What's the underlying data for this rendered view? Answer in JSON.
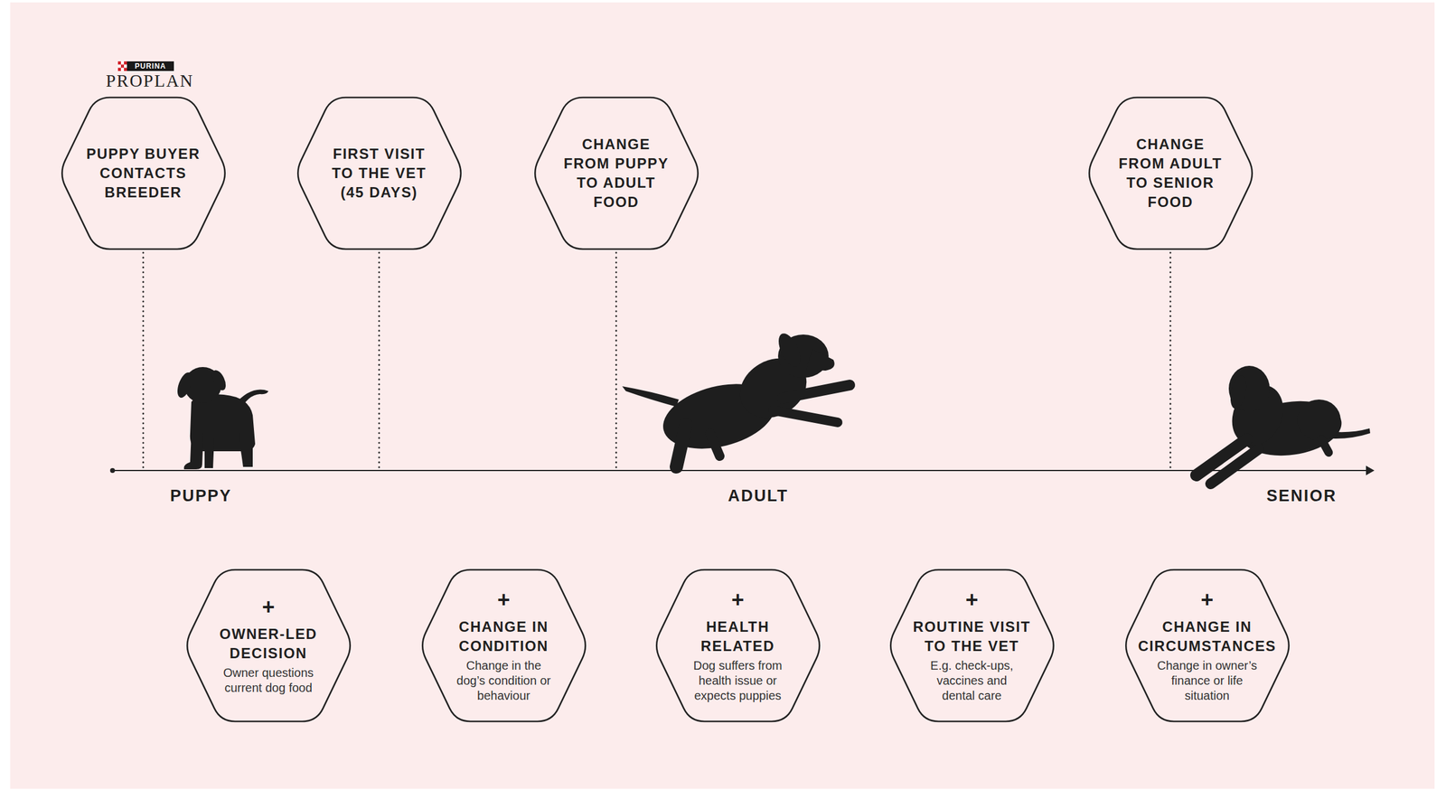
{
  "diagram": {
    "nodes": [
      {
        "text": [
          "PUPPY BUYER CONTACTS BREEDER"
        ]
      },
      {
        "text": [
          "FIRST VISIT TO THE VET (45 DAYS)"
        ]
      },
      {
        "text": [
          "CHANGE FROM PUPPY TO ADULT FOOD"
        ]
      },
      {
        "text": [
          "CHANGE FROM ADULT TO SENIOR FOOD"
        ]
      },
      {
        "text": [
          "+",
          "OWNER-LED DECISION",
          "Owner questions current dog food"
        ]
      },
      {
        "text": [
          "+",
          "CHANGE IN CONDITION",
          "Change in the dog’s condition or behaviour"
        ]
      },
      {
        "text": [
          "+",
          "HEALTH RELATED",
          "Dog suffers from health issue or expects puppies"
        ]
      },
      {
        "text": [
          "+",
          "ROUTINE VISIT TO THE VET",
          "E.g. check-ups, vaccines and dental care"
        ]
      },
      {
        "text": [
          "+",
          "CHANGE IN CIRCUMSTANCES",
          "Change in owner’s finance or life situation"
        ]
      }
    ],
    "labels": [
      "PURINA",
      "PROPLAN",
      "PUPPY",
      "ADULT",
      "SENIOR"
    ]
  }
}
